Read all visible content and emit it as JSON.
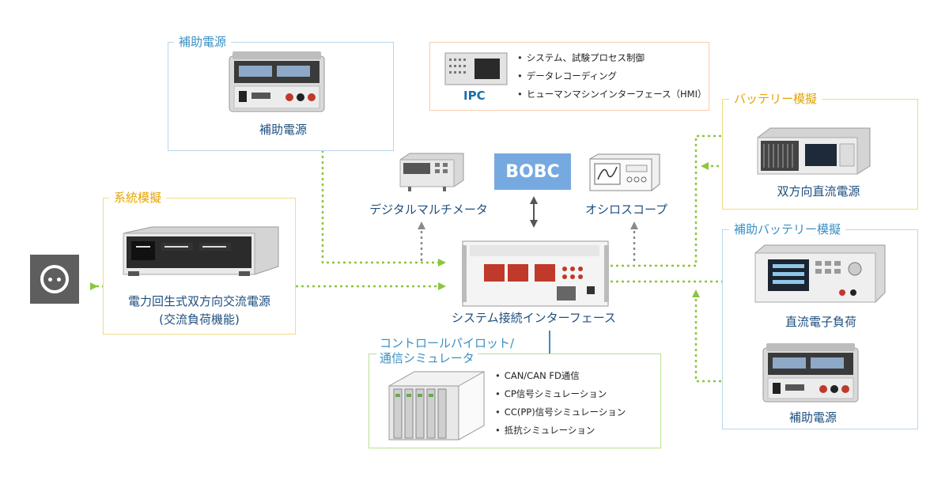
{
  "aux_power_top": {
    "title": "補助電源",
    "device_label": "補助電源"
  },
  "ipc": {
    "label": "IPC",
    "bullets": [
      "システム、試験プロセス制御",
      "データレコーディング",
      "ヒューマンマシンインターフェース（HMI）"
    ]
  },
  "battery_sim": {
    "title": "バッテリー模擬",
    "device_label": "双方向直流電源"
  },
  "grid_sim": {
    "title": "系統模擬",
    "device_label_line1": "電力回生式双方向交流電源",
    "device_label_line2": "(交流負荷機能)"
  },
  "dmm": {
    "label": "デジタルマルチメータ"
  },
  "bobc": {
    "label": "BOBC"
  },
  "oscilloscope": {
    "label": "オシロスコープ"
  },
  "system_interface": {
    "label": "システム接続インターフェース"
  },
  "aux_battery_sim": {
    "title": "補助バッテリー模擬",
    "load_label": "直流電子負荷",
    "aux_power_label": "補助電源"
  },
  "control_pilot": {
    "title_line1": "コントロールパイロット/",
    "title_line2": "通信シミュレータ",
    "bullets": [
      "CAN/CAN FD通信",
      "CP信号シミュレーション",
      "CC(PP)信号シミュレーション",
      "抵抗シミュレーション"
    ]
  },
  "colors": {
    "yellow_border": "#f1dc83",
    "yellow_title": "#e5a400",
    "blue_border": "#b8d8ea",
    "blue_title": "#3a8fc4",
    "green_border": "#b9e08f",
    "green_title": "#58a92b",
    "arrow_green": "#8cc63f",
    "arrow_gray": "#8a8a8a",
    "label_text": "#1e4f7f",
    "bobc_fill": "#76a9e0"
  }
}
